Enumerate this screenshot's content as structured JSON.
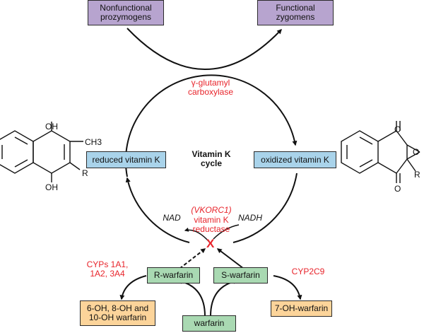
{
  "boxes": {
    "nonfunctional": "Nonfunctional prozymogens",
    "functional": "Functional zygomens",
    "reduced": "reduced vitamin K",
    "oxidized": "oxidized vitamin K",
    "r_warfarin": "R-warfarin",
    "s_warfarin": "S-warfarin",
    "warfarin": "warfarin",
    "r_metabolites": "6-OH, 8-OH and 10-OH warfarin",
    "s_metabolite": "7-OH-warfarin"
  },
  "labels": {
    "carboxylase": "γ-glutamyl carboxylase",
    "cycle": "Vitamin K cycle",
    "vkorc1": "(VKORC1)",
    "reductase": "vitamin K reductase",
    "nad": "NAD",
    "nadh": "NADH",
    "cyps": "CYPs 1A1, 1A2, 3A4",
    "cyp2c9": "CYP2C9",
    "inhibit_mark": "X"
  },
  "chem": {
    "left_oh_top": "OH",
    "left_ch3": "CH3",
    "left_r": "R",
    "left_oh_bottom": "OH",
    "right_o_top": "O",
    "right_o_epoxide": "O",
    "right_r": "R",
    "right_o_bottom": "O"
  },
  "colors": {
    "red_text": "#e8242b",
    "purple_box": "#b7a4cf",
    "blue_box": "#a9d3ea",
    "green_box": "#a9d9b2",
    "orange_box": "#fcd49a"
  }
}
